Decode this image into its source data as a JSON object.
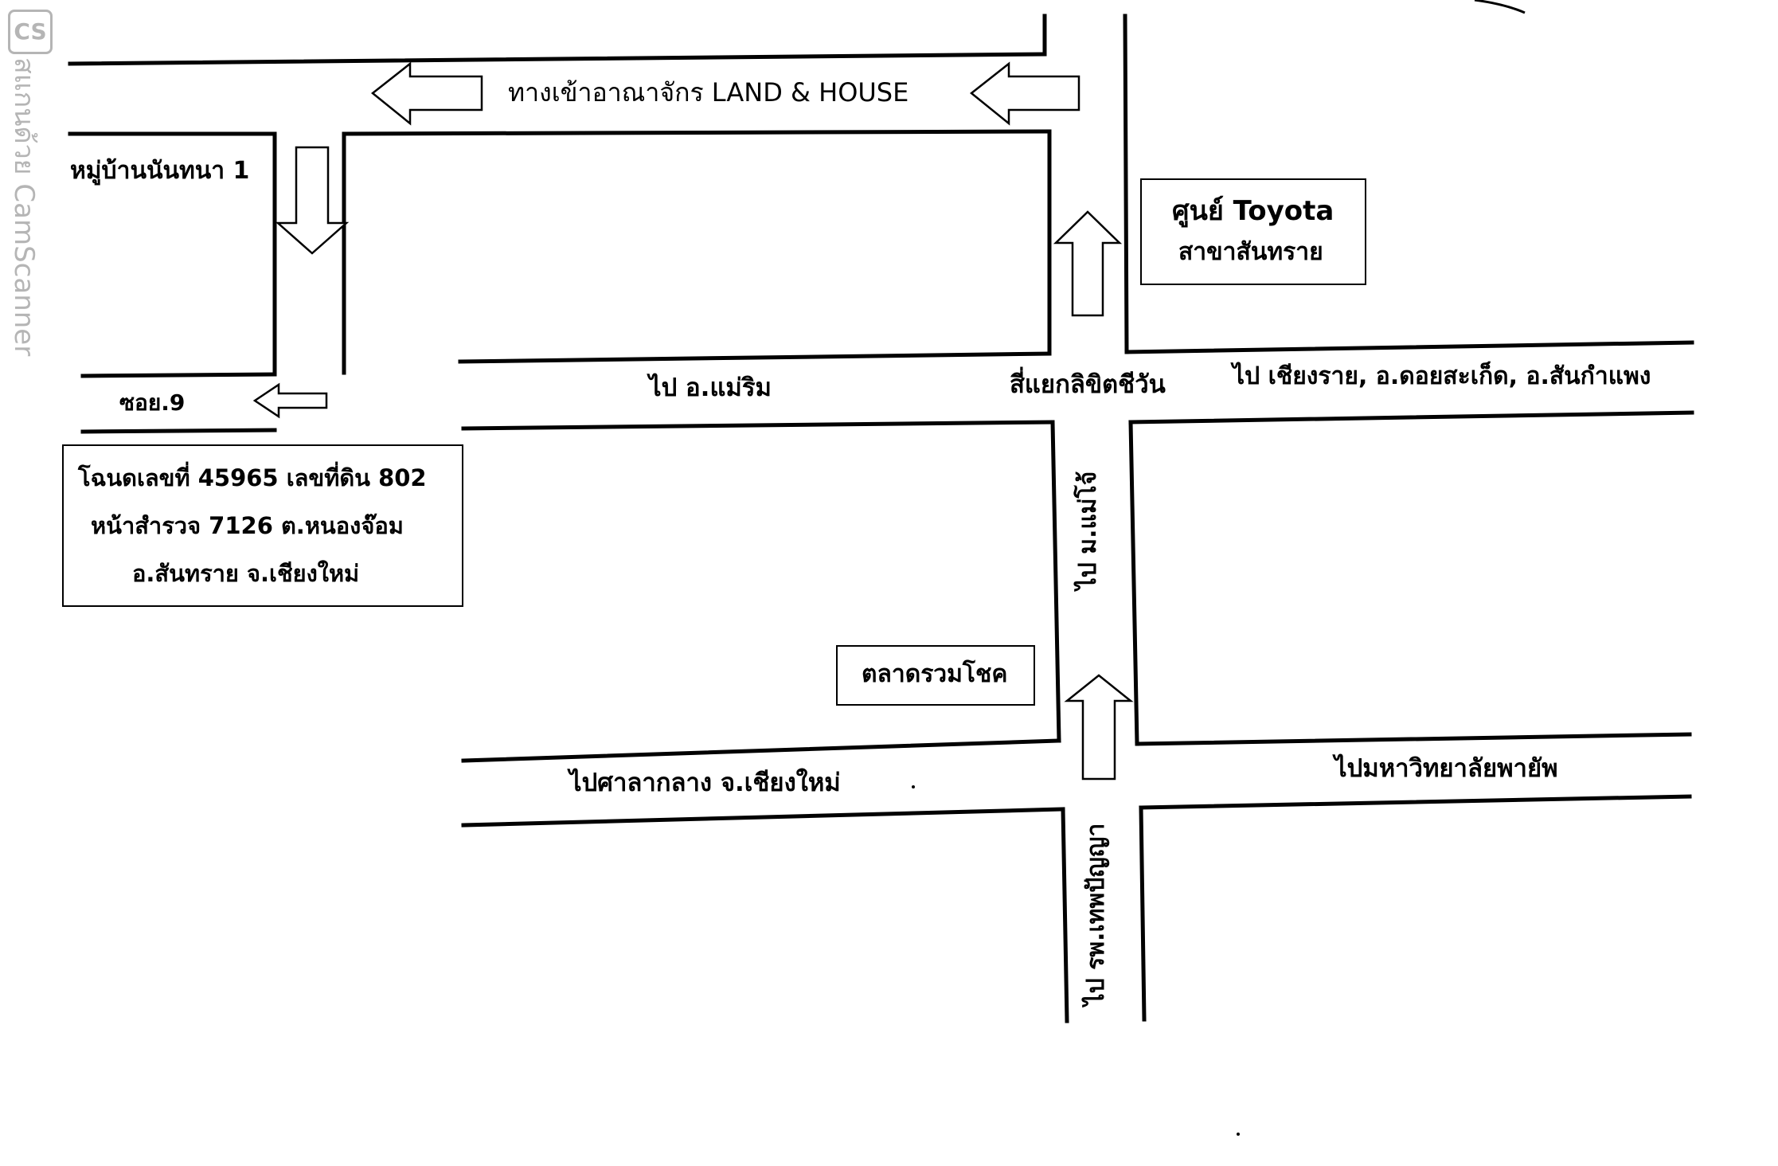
{
  "watermark": {
    "logo": "CS",
    "text": "สแกนด้วย CamScanner"
  },
  "labels": {
    "land_house": "ทางเข้าอาณาจักร LAND & HOUSE",
    "village": "หมู่บ้านนันทนา 1",
    "soi": "ซอย.9",
    "to_mae_rim": "ไป อ.แม่ริม",
    "intersection": "สี่แยกลิขิตชีวัน",
    "to_chiang_rai": "ไป เชียงราย, อ.ดอยสะเก็ด, อ.สันกำแพง",
    "to_maejo": "ไป ม.แม่โจ้",
    "to_city_hall": "ไปศาลากลาง จ.เชียงใหม่",
    "to_payap": "ไปมหาวิทยาลัยพายัพ",
    "to_thepanya": "ไป รพ.เทพปัญญา"
  },
  "toyota_box": {
    "line1": "ศูนย์ Toyota",
    "line2": "สาขาสันทราย"
  },
  "market_box": {
    "label": "ตลาดรวมโชค"
  },
  "deed_box": {
    "line1": "โฉนดเลขที่ 45965 เลขที่ดิน 802",
    "line2": "หน้าสำรวจ 7126 ต.หนองจ๊อม",
    "line3": "อ.สันทราย จ.เชียงใหม่"
  },
  "colors": {
    "ink": "#000000",
    "paper": "#ffffff",
    "watermark": "#b5b5b5"
  }
}
